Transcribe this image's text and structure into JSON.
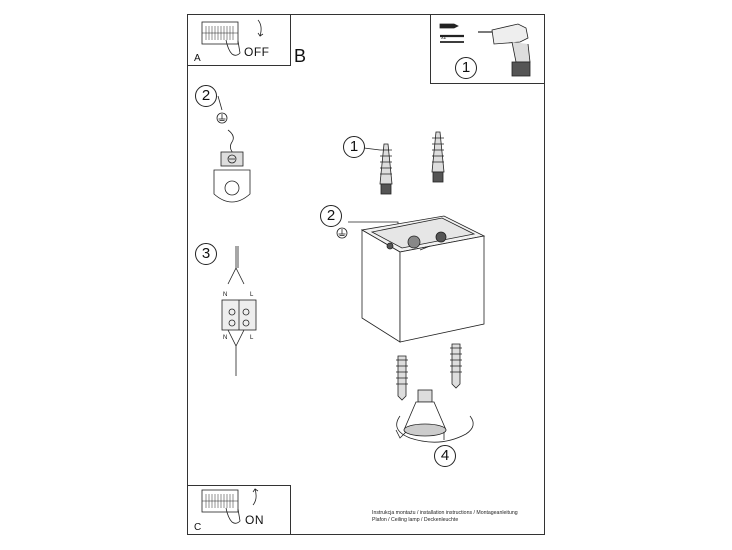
{
  "panel_a": {
    "letter": "A",
    "state": "OFF"
  },
  "panel_b": {
    "letter": "B"
  },
  "panel_c": {
    "letter": "C",
    "state": "ON"
  },
  "tools": {
    "count_label": "x2",
    "step": "1"
  },
  "wiring": {
    "neutral": "N",
    "live": "L"
  },
  "steps": {
    "dowels": "1",
    "earth": "2",
    "connector": "3",
    "bulb": "4"
  },
  "caption": {
    "line1": "Instrukcja montażu / installation instructions / Montageanleitung",
    "line2": "Plafon / Ceiling lamp / Deckenleuchte"
  }
}
